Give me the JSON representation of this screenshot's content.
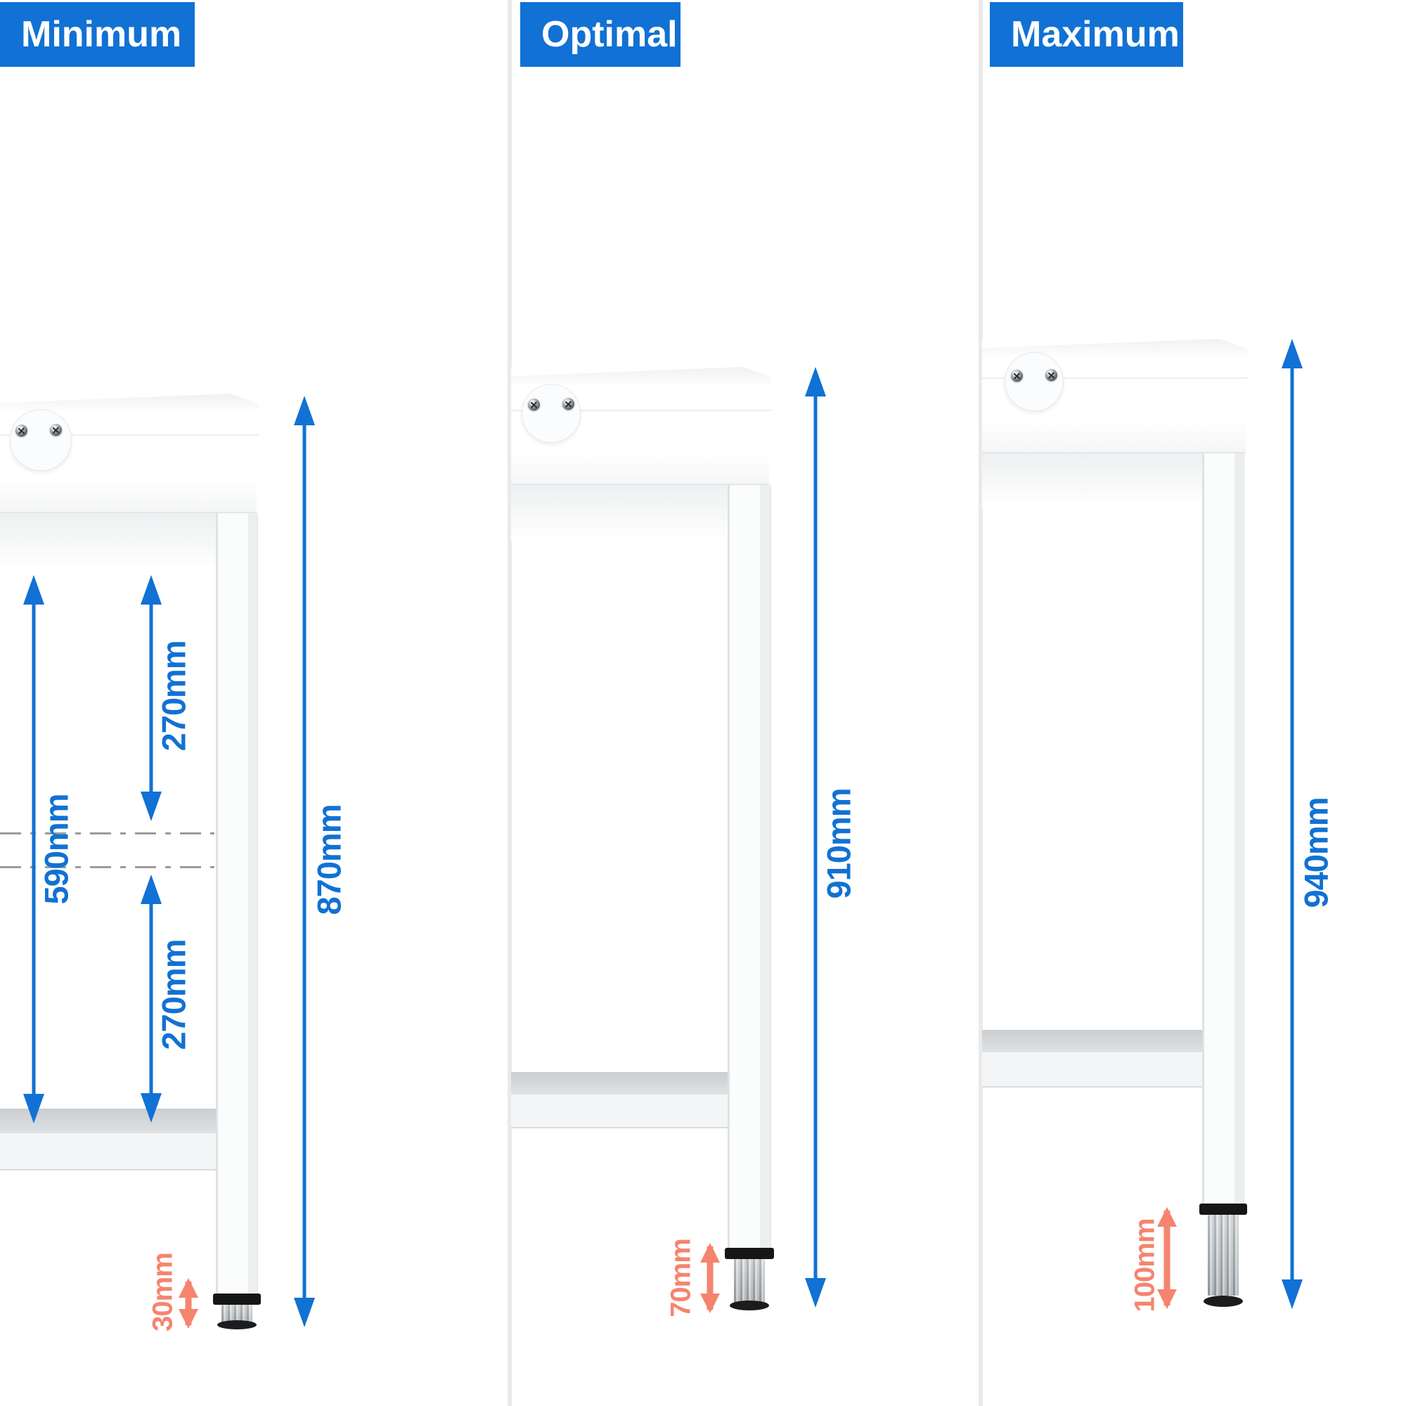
{
  "colors": {
    "accent_blue": "#1171d4",
    "dim_salmon": "#f5846f"
  },
  "panels": [
    {
      "label": "Minimum",
      "overall_height": "870mm",
      "foot_adjustment": "30mm",
      "inner_total": "590mm",
      "inner_upper": "270mm",
      "inner_lower": "270mm"
    },
    {
      "label": "Optimal",
      "overall_height": "910mm",
      "foot_adjustment": "70mm"
    },
    {
      "label": "Maximum",
      "overall_height": "940mm",
      "foot_adjustment": "100mm"
    }
  ]
}
